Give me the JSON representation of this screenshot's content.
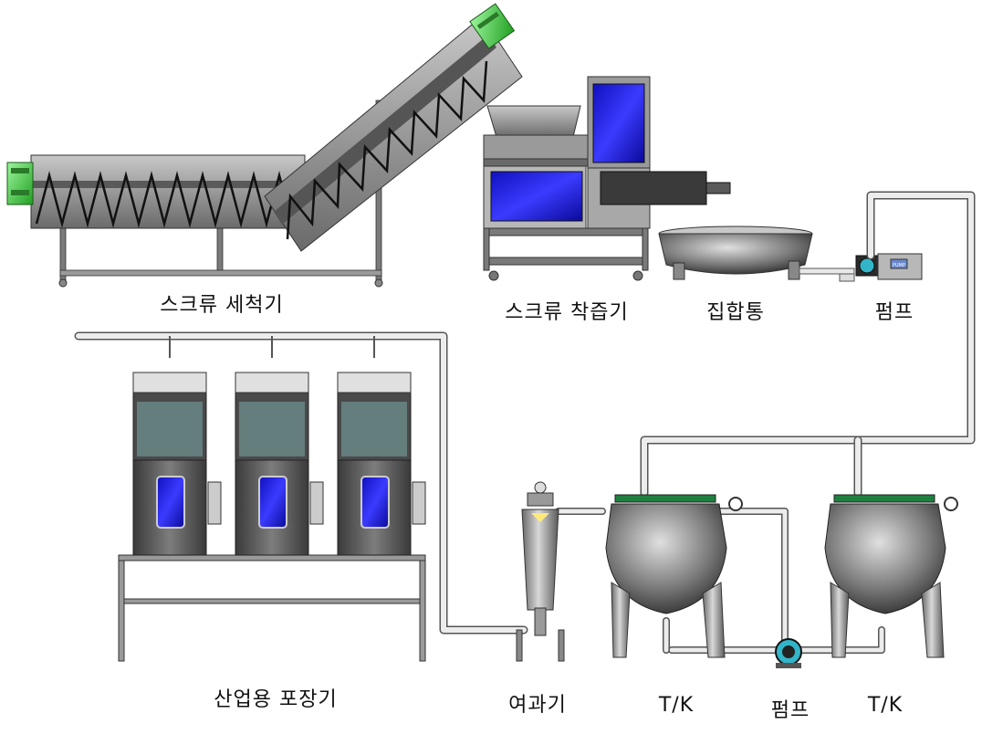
{
  "labels": {
    "screw_washer": "스크류 세척기",
    "screw_juicer": "스크류 착즙기",
    "collection_tank": "집합통",
    "pump_top": "펌프",
    "packaging_machine": "산업용 포장기",
    "filter": "여과기",
    "tank_left": "T/K",
    "pump_bottom": "펌프",
    "tank_right": "T/K"
  },
  "pump_nameplate": "PUMP",
  "colors": {
    "steel": "#9a9a9a",
    "steel_dark": "#4a4a4a",
    "panel_blue": "#1f1fd8",
    "motor_green": "#33cc33",
    "pipe": "#e8e8e8",
    "tank_lid": "#1f7f3f",
    "pump_cyan": "#33b5c9"
  }
}
